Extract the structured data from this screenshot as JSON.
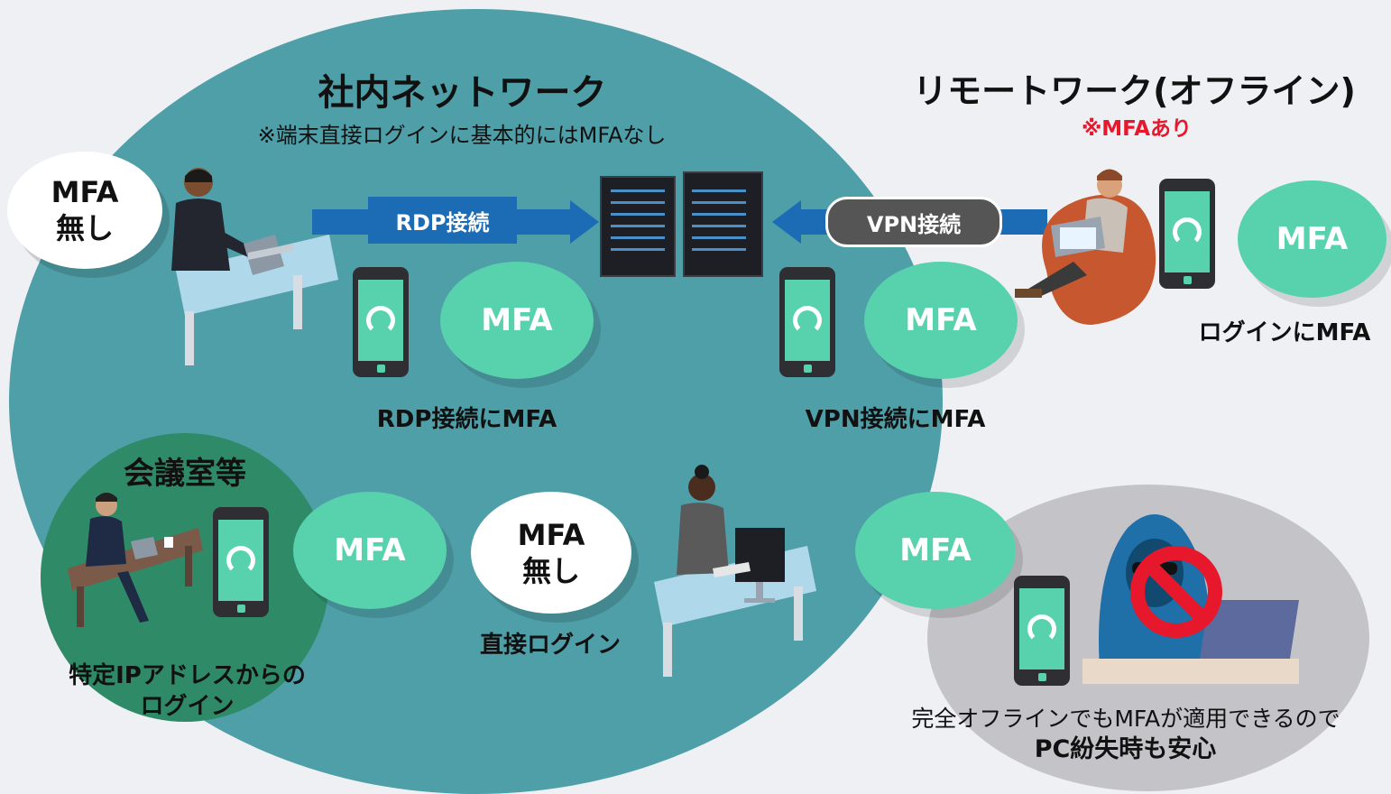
{
  "network": {
    "title": "社内ネットワーク",
    "subtitle": "※端末直接ログインに基本的にはMFAなし"
  },
  "remote": {
    "title": "リモートワーク(オフライン)",
    "note": "※MFAあり",
    "caption": "ログインにMFA",
    "bubble": "MFA"
  },
  "rdp": {
    "arrow_label": "RDP接続",
    "caption": "RDP接続にMFA",
    "bubble": "MFA"
  },
  "vpn": {
    "pipe_label": "VPN接続",
    "caption": "VPN接続にMFA",
    "bubble": "MFA"
  },
  "office_user": {
    "bubble_line1": "MFA",
    "bubble_line2": "無し"
  },
  "meeting": {
    "title": "会議室等",
    "caption_line1": "特定IPアドレスからの",
    "caption_line2": "ログイン",
    "bubble": "MFA"
  },
  "direct": {
    "bubble_line1": "MFA",
    "bubble_line2": "無し",
    "caption": "直接ログイン"
  },
  "offline": {
    "bubble": "MFA",
    "caption_line1": "完全オフラインでもMFAが適用できるので",
    "caption_line2": "PC紛失時も安心"
  },
  "colors": {
    "network": "#4f9fa9",
    "meeting_room": "#2f8a68",
    "mfa_bubble": "#58d1ad",
    "arrow": "#1b6cb5",
    "alert": "#e8182c"
  }
}
